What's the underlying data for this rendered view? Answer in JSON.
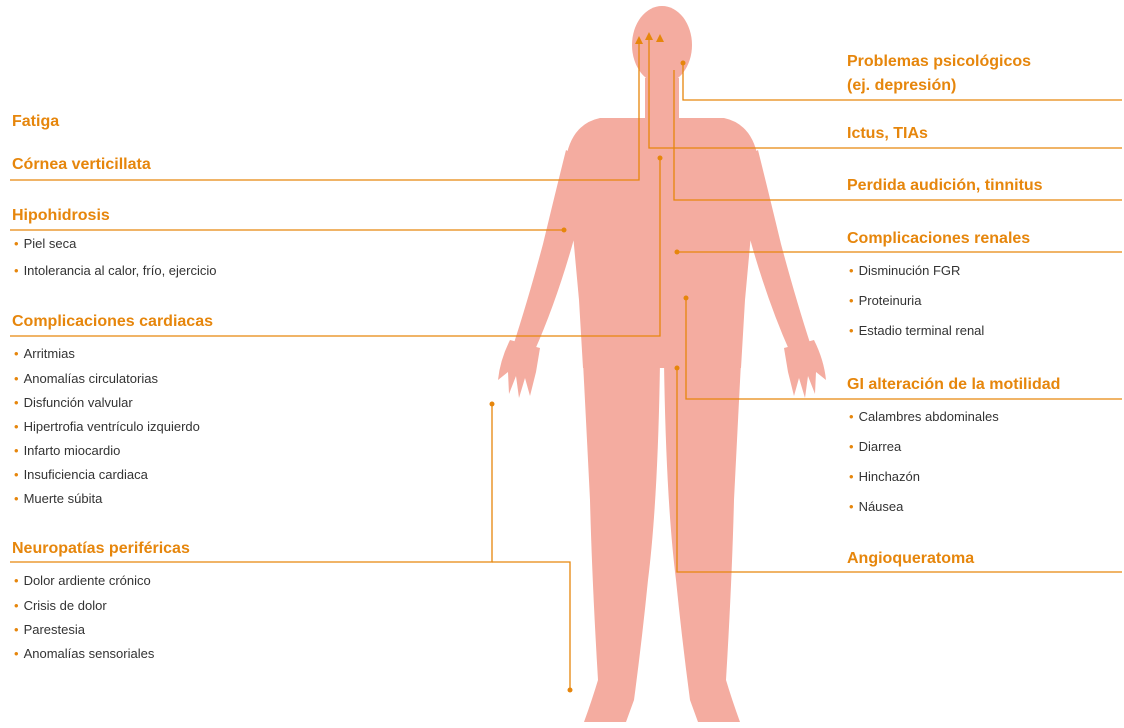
{
  "colors": {
    "accent": "#e6860c",
    "body": "#f4aca0",
    "text": "#333333"
  },
  "left": {
    "fatiga": {
      "title": "Fatiga"
    },
    "cornea": {
      "title": "Córnea verticillata"
    },
    "hipohidrosis": {
      "title": "Hipohidrosis",
      "items": [
        "Piel seca",
        "Intolerancia al calor, frío, ejercicio"
      ]
    },
    "cardiacas": {
      "title": "Complicaciones cardiacas",
      "items": [
        "Arritmias",
        "Anomalías circulatorias",
        "Disfunción valvular",
        "Hipertrofia ventrículo izquierdo",
        "Infarto miocardio",
        "Insuficiencia cardiaca",
        "Muerte súbita"
      ]
    },
    "neuropatias": {
      "title": "Neuropatías periféricas",
      "items": [
        "Dolor ardiente crónico",
        "Crisis de dolor",
        "Parestesia",
        "Anomalías sensoriales"
      ]
    }
  },
  "right": {
    "psicologicos": {
      "title_line1": "Problemas psicológicos",
      "title_line2": "(ej. depresión)"
    },
    "ictus": {
      "title": "Ictus, TIAs"
    },
    "audicion": {
      "title": "Perdida audición, tinnitus"
    },
    "renales": {
      "title": "Complicaciones renales",
      "items": [
        "Disminución FGR",
        "Proteinuria",
        "Estadio terminal renal"
      ]
    },
    "gi": {
      "title": "GI alteración de la motilidad",
      "items": [
        "Calambres abdominales",
        "Diarrea",
        "Hinchazón",
        "Náusea"
      ]
    },
    "angio": {
      "title": "Angioqueratoma"
    }
  }
}
